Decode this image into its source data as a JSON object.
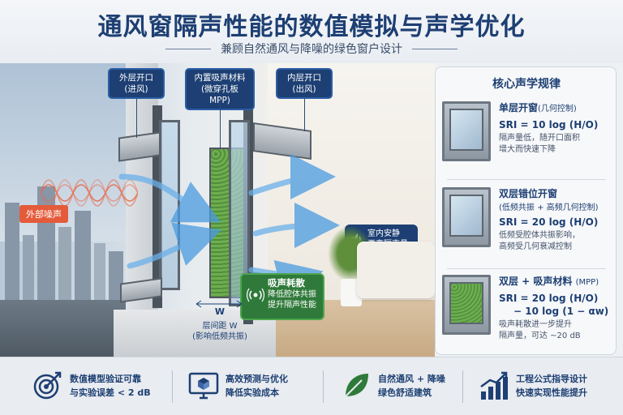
{
  "header": {
    "title": "通风窗隔声性能的数值模拟与声学优化",
    "subtitle": "兼顾自然通风与降噪的绿色窗户设计"
  },
  "scene": {
    "outer_opening": {
      "line1": "外层开口",
      "line2": "(进风)"
    },
    "mpp_material": {
      "line1": "内置吸声材料",
      "line2": "(微穿孔板 MPP)"
    },
    "inner_opening": {
      "line1": "内层开口",
      "line2": "(出风)"
    },
    "noise": "外部噪声",
    "quiet": {
      "line1": "室内安静",
      "line2": "更高隔声量"
    },
    "absorb": {
      "title": "吸声耗散",
      "line1": "降低腔体共振",
      "line2": "提升隔声性能"
    },
    "gap": {
      "w": "W",
      "line1": "层间距 W",
      "line2": "(影响低频共振)"
    }
  },
  "panel": {
    "title": "核心声学规律",
    "rules": [
      {
        "name": "单层开窗",
        "sub": "(几何控制)",
        "formula": "SRI = 10 log (H/O)",
        "desc1": "隔声量低，随开口面积",
        "desc2": "增大而快速下降"
      },
      {
        "name": "双层错位开窗",
        "sub": "(低频共振 + 高频几何控制)",
        "formula": "SRI = 20 log (H/O)",
        "desc1": "低频受腔体共振影响，",
        "desc2": "高频受几何衰减控制"
      },
      {
        "name": "双层 + 吸声材料",
        "sub": "(MPP)",
        "formula": "SRI = 20 log (H/O)",
        "formula2": "− 10 log (1 − αw)",
        "desc1": "吸声耗散进一步提升",
        "desc2": "隔声量，可达 ~20 dB"
      }
    ]
  },
  "footer": {
    "features": [
      {
        "icon": "target-icon",
        "line1": "数值模型验证可靠",
        "line2": "与实验误差 < 2 dB"
      },
      {
        "icon": "monitor-cube-icon",
        "line1": "高效预测与优化",
        "line2": "降低实验成本"
      },
      {
        "icon": "leaf-icon",
        "line1": "自然通风 + 降噪",
        "line2": "绿色舒适建筑"
      },
      {
        "icon": "growth-chart-icon",
        "line1": "工程公式指导设计",
        "line2": "快速实现性能提升"
      }
    ]
  },
  "colors": {
    "navy": "#1d3f73",
    "noise_red": "#e45b3b",
    "absorb_green": "#2f7a3a",
    "airflow_blue": "#4a9be0"
  }
}
